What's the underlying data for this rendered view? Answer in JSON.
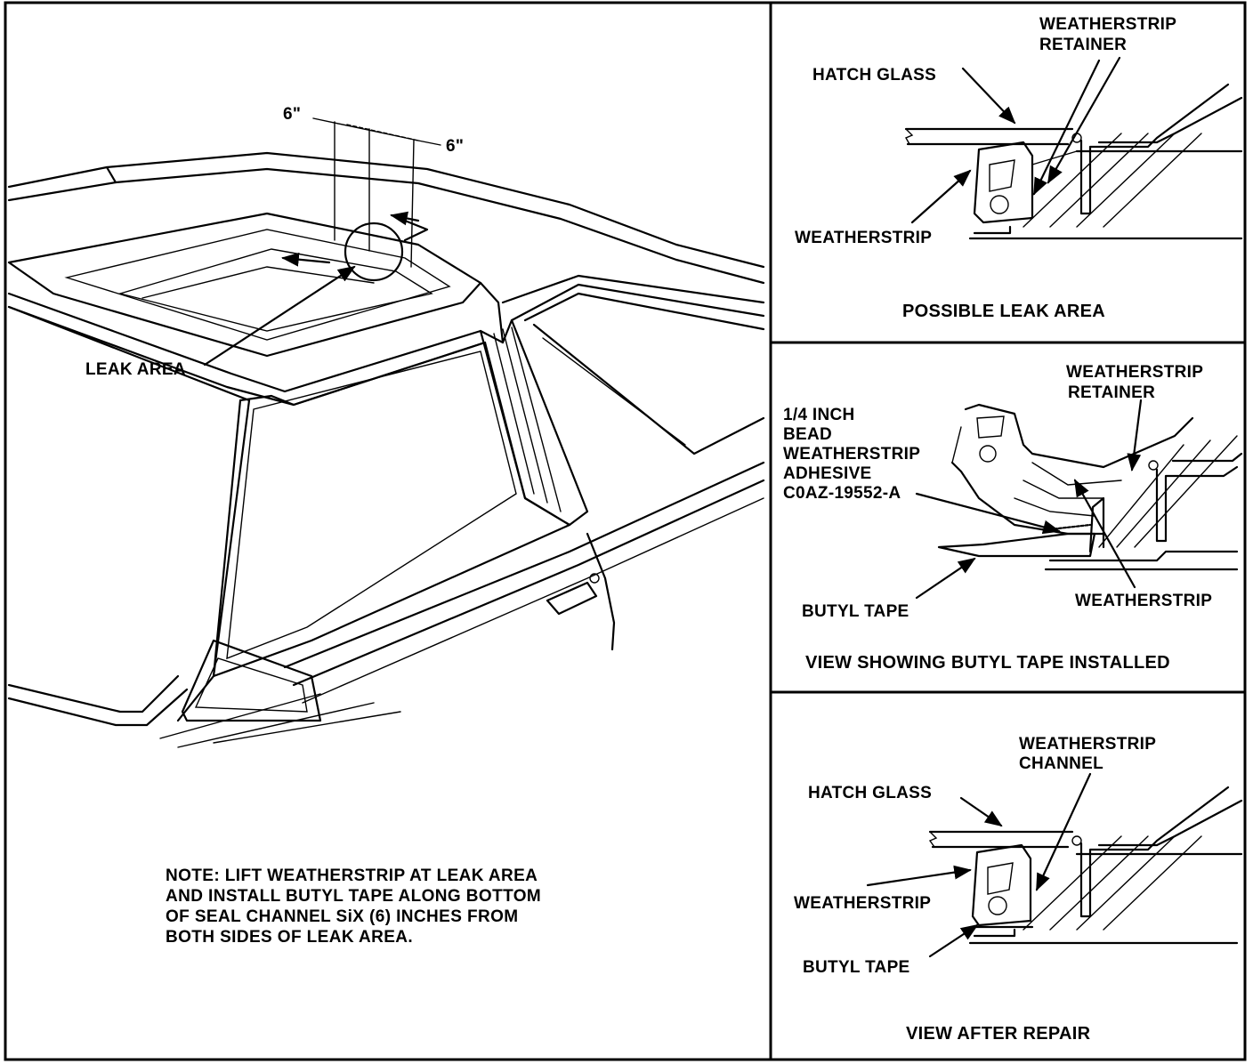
{
  "main_figure": {
    "dimension_left": "6\"",
    "dimension_right": "6\"",
    "leak_label": "LEAK AREA",
    "note_lines": [
      "NOTE: LIFT WEATHERSTRIP AT LEAK AREA",
      "AND INSTALL BUTYL TAPE ALONG BOTTOM",
      "OF SEAL CHANNEL SiX (6) INCHES FROM",
      "BOTH SIDES OF LEAK AREA."
    ]
  },
  "panel_top": {
    "caption": "POSSIBLE LEAK AREA",
    "label_hatch_glass": "HATCH GLASS",
    "label_retainer_line1": "WEATHERSTRIP",
    "label_retainer_line2": "RETAINER",
    "label_weatherstrip": "WEATHERSTRIP"
  },
  "panel_middle": {
    "caption": "VIEW SHOWING BUTYL TAPE INSTALLED",
    "label_retainer_line1": "WEATHERSTRIP",
    "label_retainer_line2": "RETAINER",
    "adhesive_lines": [
      "1/4 INCH",
      "BEAD",
      "WEATHERSTRIP",
      "ADHESIVE",
      "C0AZ-19552-A"
    ],
    "label_butyl_tape": "BUTYL TAPE",
    "label_weatherstrip": "WEATHERSTRIP"
  },
  "panel_bottom": {
    "caption": "VIEW AFTER REPAIR",
    "label_channel_line1": "WEATHERSTRIP",
    "label_channel_line2": "CHANNEL",
    "label_hatch_glass": "HATCH GLASS",
    "label_weatherstrip": "WEATHERSTRIP",
    "label_butyl_tape": "BUTYL TAPE"
  }
}
